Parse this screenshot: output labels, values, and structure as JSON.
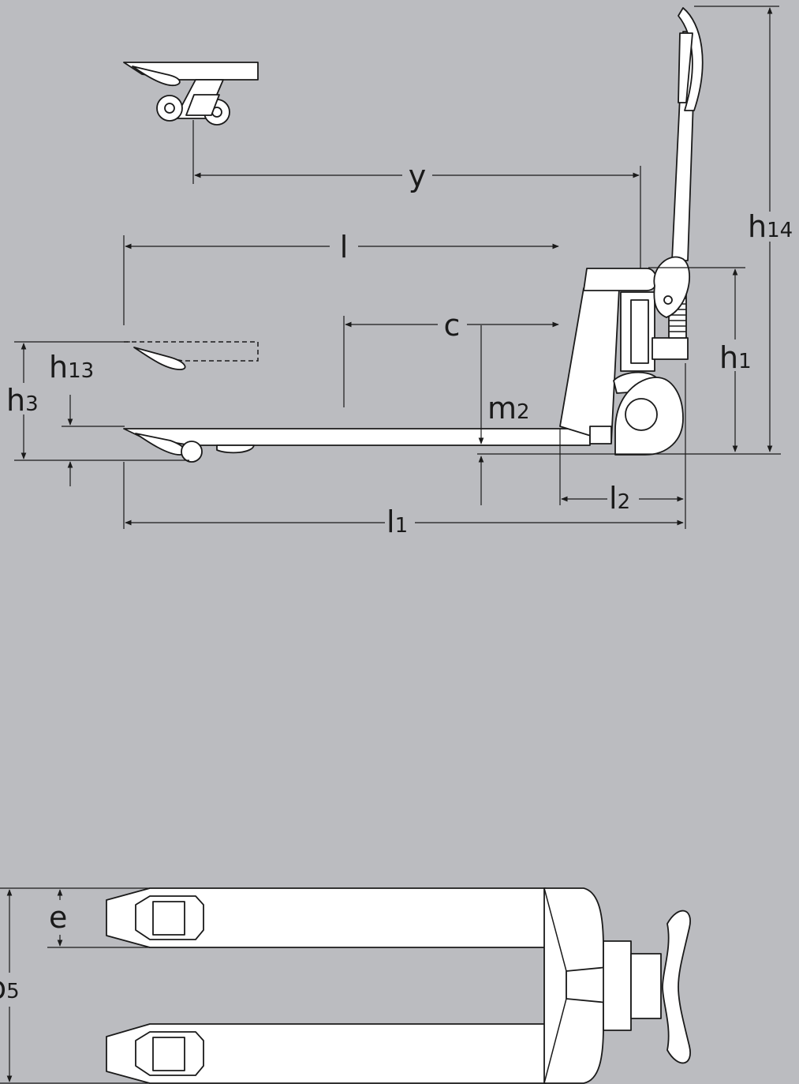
{
  "labels": {
    "y": "y",
    "l": "l",
    "c": "c",
    "h13_main": "h",
    "h13_sub": "13",
    "h3_main": "h",
    "h3_sub": "3",
    "m2_main": "m",
    "m2_sub": "2",
    "h1_main": "h",
    "h1_sub": "1",
    "h14_main": "h",
    "h14_sub": "14",
    "l2_main": "l",
    "l2_sub": "2",
    "l1_main": "l",
    "l1_sub": "1",
    "e": "e",
    "b5_main": "b",
    "b5_sub": "5"
  },
  "colors": {
    "background": "#bbbcc0",
    "line": "#1a1a1a",
    "fill": "#ffffff"
  }
}
